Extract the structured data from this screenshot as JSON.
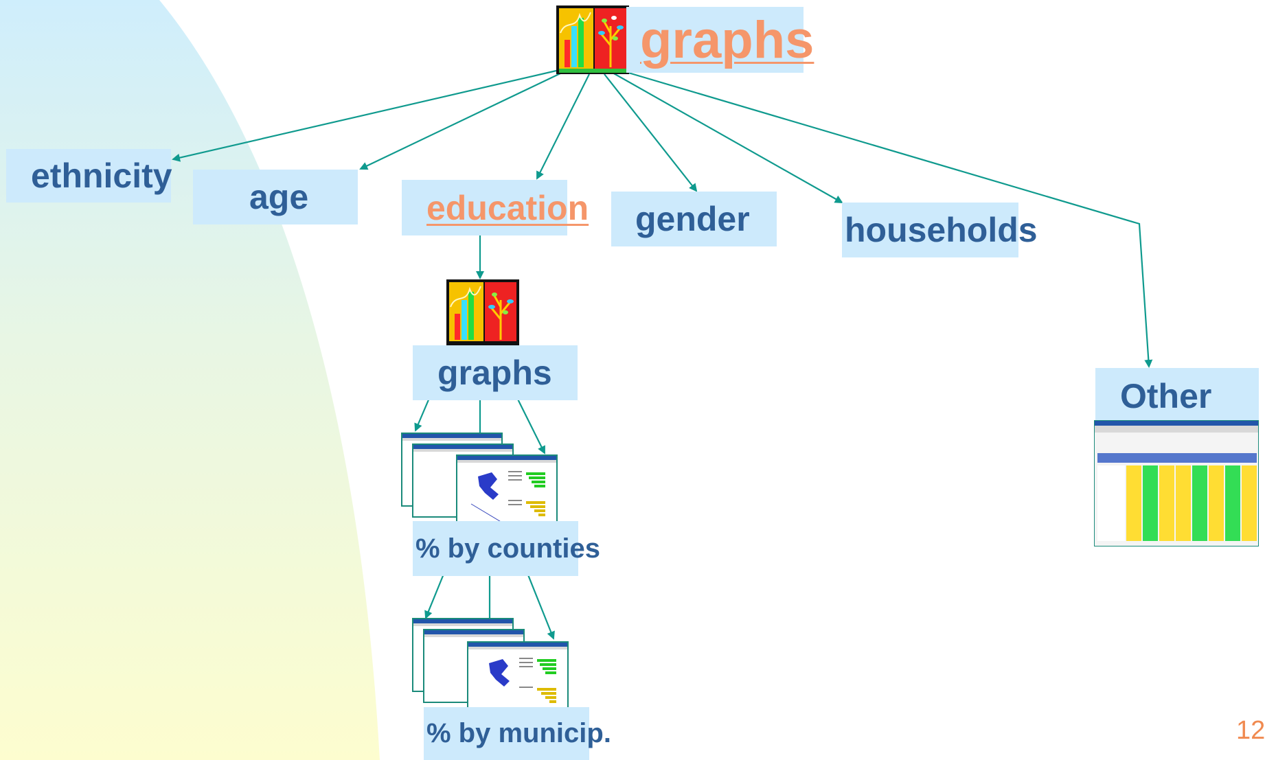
{
  "nodes": {
    "root": {
      "label": "graphs",
      "icon": "chart-tree-icon"
    },
    "ethnicity": {
      "label": "ethnicity"
    },
    "age": {
      "label": "age"
    },
    "education": {
      "label": "education"
    },
    "gender": {
      "label": "gender"
    },
    "households": {
      "label": "households"
    },
    "other": {
      "label": "Other"
    },
    "edu_graphs": {
      "label": "graphs",
      "icon": "chart-tree-icon"
    },
    "by_counties": {
      "label": "% by counties",
      "icon": "map-screenshot-icon"
    },
    "by_municip": {
      "label": "% by municip.",
      "icon": "map-screenshot-icon"
    },
    "other_table": {
      "icon": "spreadsheet-screenshot-icon"
    }
  },
  "page_number": "12",
  "colors": {
    "box_bg": "#cdeafc",
    "label_text": "#2f5f97",
    "link_text": "#f5966a",
    "arrow": "#0f9a8e",
    "page_number": "#f08a50"
  }
}
